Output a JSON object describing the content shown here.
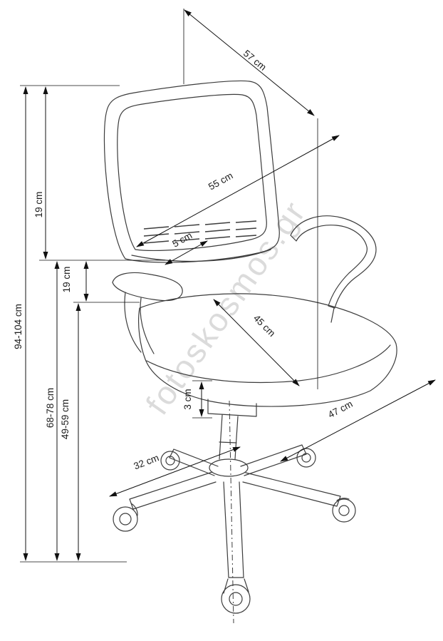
{
  "diagram": {
    "type": "technical-dimension-drawing",
    "subject": "office swivel chair",
    "watermark": "fotoskosmos.gr",
    "dimensions": {
      "backrest_width_top": "57 cm",
      "backrest_diagonal": "55 cm",
      "armrest_pad": "5 cm",
      "backrest_top_to_armrest": "19 cm",
      "armrest_to_seat": "19 cm",
      "total_height": "94-104 cm",
      "armrest_height": "68-78 cm",
      "seat_height": "49-59 cm",
      "seat_lift": "3 cm",
      "seat_diagonal": "45 cm",
      "seat_width": "47 cm",
      "base_leg": "32 cm"
    }
  }
}
